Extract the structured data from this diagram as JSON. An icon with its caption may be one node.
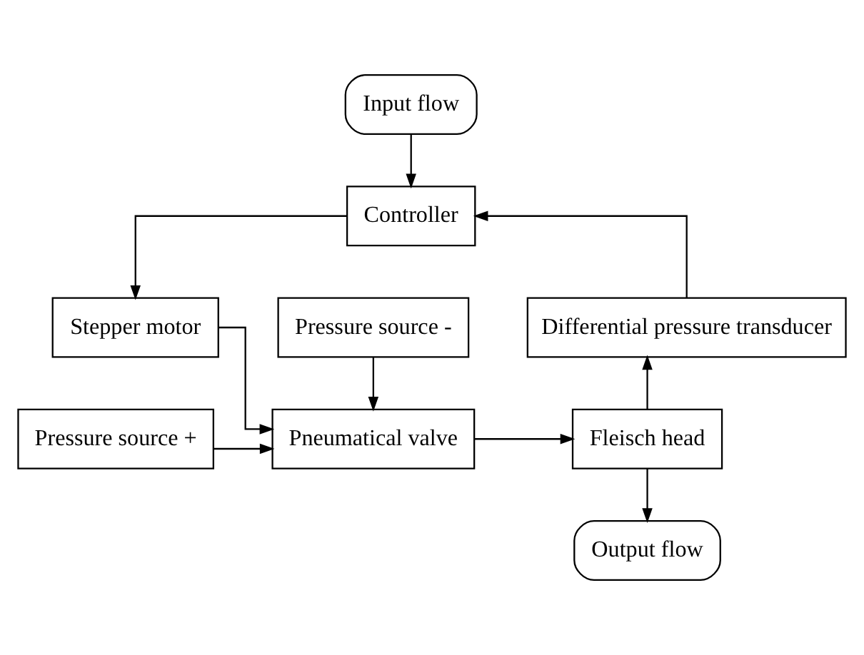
{
  "diagram": {
    "nodes": [
      {
        "text": [
          "Input flow"
        ]
      },
      {
        "text": [
          "Controller"
        ]
      },
      {
        "text": [
          "Stepper motor"
        ]
      },
      {
        "text": [
          "Differential pressure transducer"
        ]
      },
      {
        "text": [
          "Pressure source +"
        ]
      },
      {
        "text": [
          "Pneumatical valve"
        ]
      },
      {
        "text": [
          "Fleisch head"
        ]
      },
      {
        "text": [
          "Pressure source -"
        ]
      },
      {
        "text": [
          "Output flow"
        ]
      }
    ],
    "edges": [
      {
        "from": 0,
        "to": 1,
        "arrow": "to"
      },
      {
        "from": 1,
        "to": 2,
        "arrow": "to"
      },
      {
        "from": 2,
        "to": 5,
        "arrow": "to"
      },
      {
        "from": 4,
        "to": 5,
        "arrow": "to"
      },
      {
        "from": 7,
        "to": 5,
        "arrow": "to"
      },
      {
        "from": 5,
        "to": 6,
        "arrow": "to"
      },
      {
        "from": 6,
        "to": 3,
        "arrow": "to"
      },
      {
        "from": 3,
        "to": 1,
        "arrow": "to"
      },
      {
        "from": 6,
        "to": 8,
        "arrow": "to"
      }
    ]
  }
}
